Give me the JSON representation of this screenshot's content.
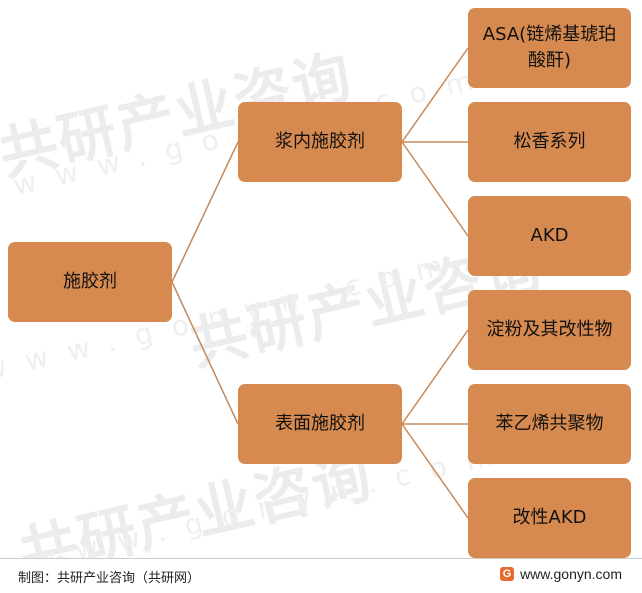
{
  "watermark": {
    "brand_cn": "共研产业咨询",
    "brand_en": "www.gonyn.com",
    "color": "#ececec"
  },
  "diagram": {
    "node_color": "#d78a4f",
    "line_color": "#c58a5c",
    "root": {
      "label": "施胶剂"
    },
    "branches": [
      {
        "label": "浆内施胶剂",
        "children": [
          {
            "label": "ASA(链烯基琥珀酸酐)"
          },
          {
            "label": "松香系列"
          },
          {
            "label": "AKD"
          }
        ]
      },
      {
        "label": "表面施胶剂",
        "children": [
          {
            "label": "淀粉及其改性物"
          },
          {
            "label": "苯乙烯共聚物"
          },
          {
            "label": "改性AKD"
          }
        ]
      }
    ]
  },
  "footer": {
    "source": "制图：共研产业咨询（共研网）",
    "logo_letter": "G",
    "website": "www.gonyn.com"
  }
}
